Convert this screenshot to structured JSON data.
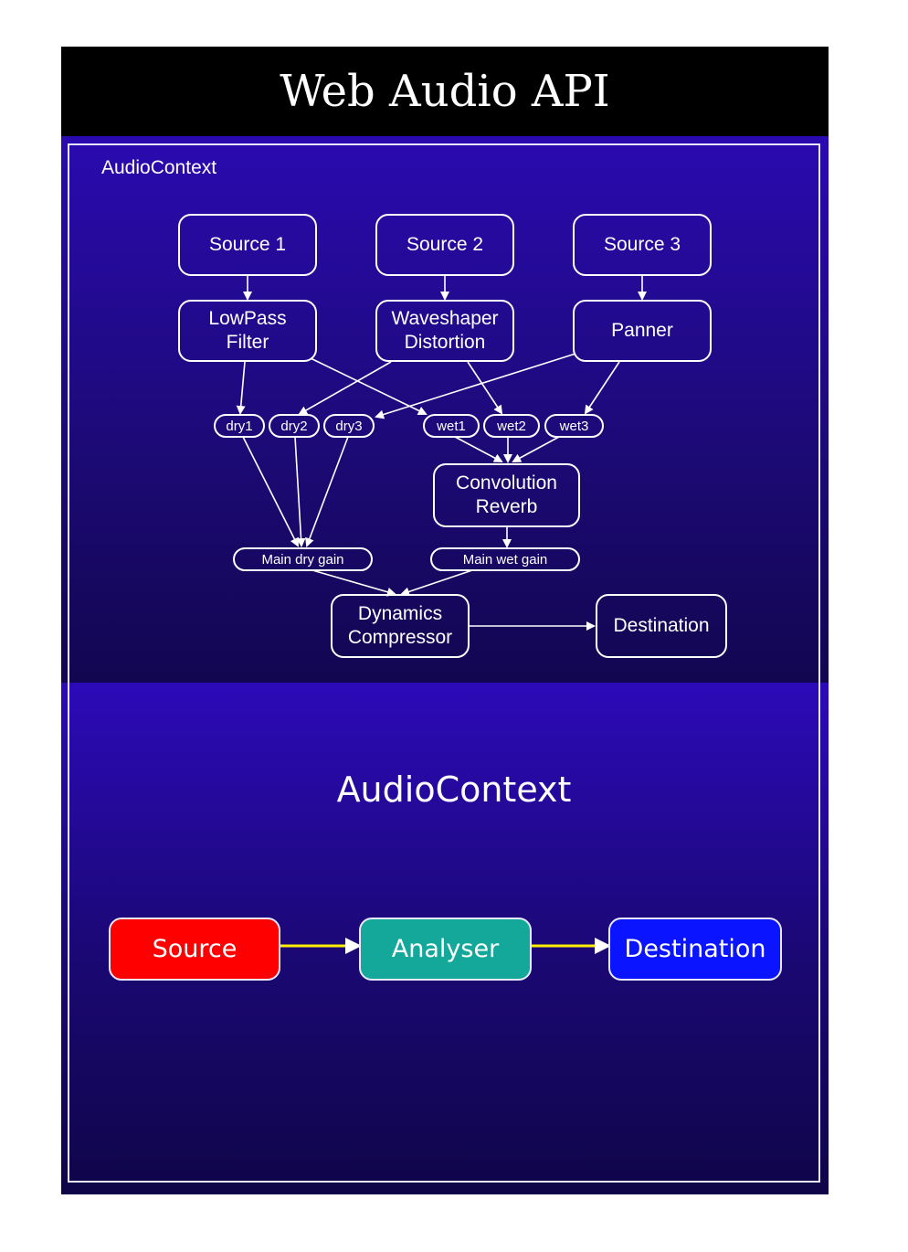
{
  "header": {
    "title": "Web Audio API"
  },
  "top_diagram": {
    "context_label": "AudioContext",
    "sources": [
      "Source 1",
      "Source 2",
      "Source 3"
    ],
    "effects": {
      "lowpass": "LowPass\nFilter",
      "waveshaper": "Waveshaper\nDistortion",
      "panner": "Panner"
    },
    "gains": [
      "dry1",
      "dry2",
      "dry3",
      "wet1",
      "wet2",
      "wet3"
    ],
    "reverb": "Convolution\nReverb",
    "main_dry": "Main dry gain",
    "main_wet": "Main wet gain",
    "compressor": "Dynamics\nCompressor",
    "destination": "Destination"
  },
  "bottom_diagram": {
    "context_label": "AudioContext",
    "source": "Source",
    "analyser": "Analyser",
    "destination": "Destination",
    "colors": {
      "source": "#ff0000",
      "analyser": "#14a89a",
      "destination": "#0a14ff",
      "arrow": "#ffee00"
    }
  }
}
